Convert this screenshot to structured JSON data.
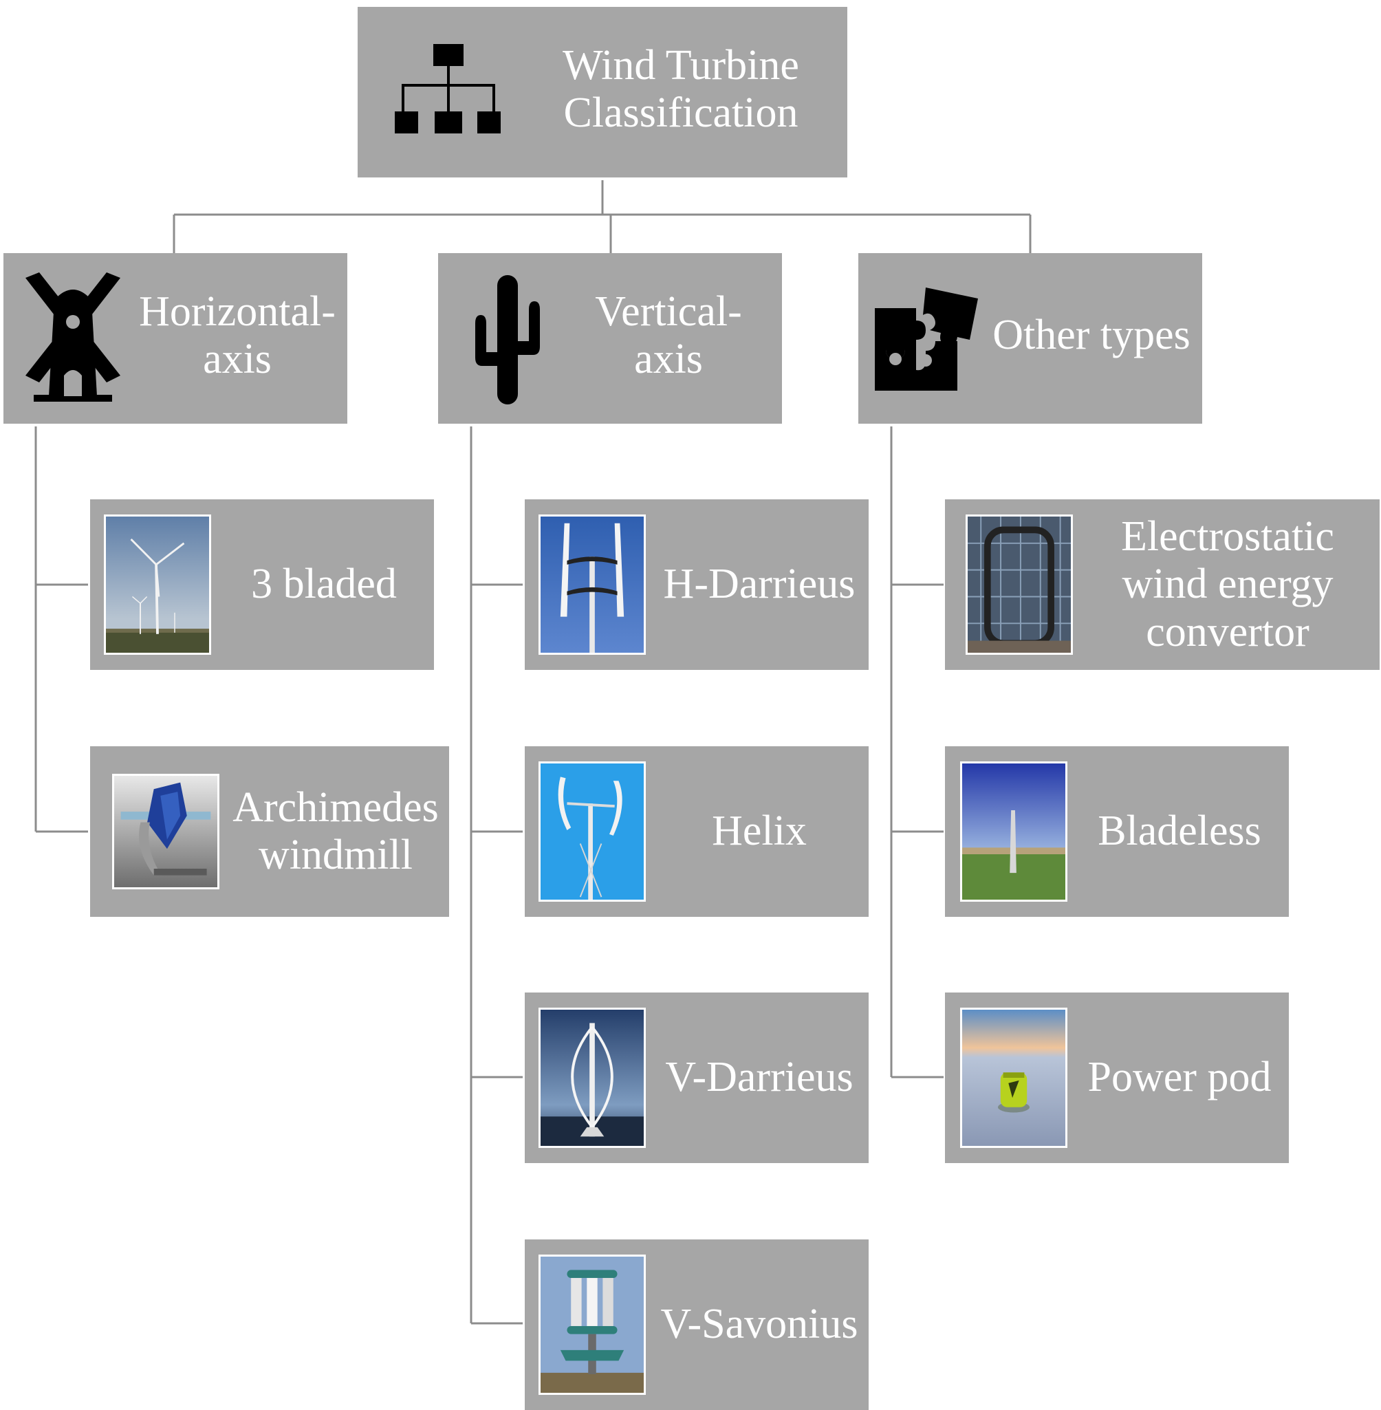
{
  "title": {
    "lines": [
      "Wind Turbine",
      "Classification"
    ],
    "icon": "hierarchy-icon"
  },
  "categories": [
    {
      "id": "horizontal",
      "lines": [
        "Horizontal-",
        "axis"
      ],
      "icon": "windmill-icon",
      "items": [
        {
          "label": [
            "3 bladed"
          ],
          "image": "three-bladed-turbine-photo"
        },
        {
          "label": [
            "Archimedes",
            "windmill"
          ],
          "image": "archimedes-windmill-photo"
        }
      ]
    },
    {
      "id": "vertical",
      "lines": [
        "Vertical-",
        "axis"
      ],
      "icon": "cactus-icon",
      "items": [
        {
          "label": [
            "H-Darrieus"
          ],
          "image": "h-darrieus-photo"
        },
        {
          "label": [
            "Helix"
          ],
          "image": "helix-photo"
        },
        {
          "label": [
            "V-Darrieus"
          ],
          "image": "v-darrieus-photo"
        },
        {
          "label": [
            "V-Savonius"
          ],
          "image": "v-savonius-photo"
        }
      ]
    },
    {
      "id": "other",
      "lines": [
        "Other types"
      ],
      "icon": "puzzle-icon",
      "items": [
        {
          "label": [
            "Electrostatic",
            "wind energy",
            "convertor"
          ],
          "image": "electrostatic-convertor-photo"
        },
        {
          "label": [
            "Bladeless"
          ],
          "image": "bladeless-photo"
        },
        {
          "label": [
            "Power pod"
          ],
          "image": "power-pod-photo"
        }
      ]
    }
  ],
  "colors": {
    "box": "#a6a6a6",
    "line": "#8c8c8c",
    "text": "#ffffff",
    "icon": "#000000"
  }
}
